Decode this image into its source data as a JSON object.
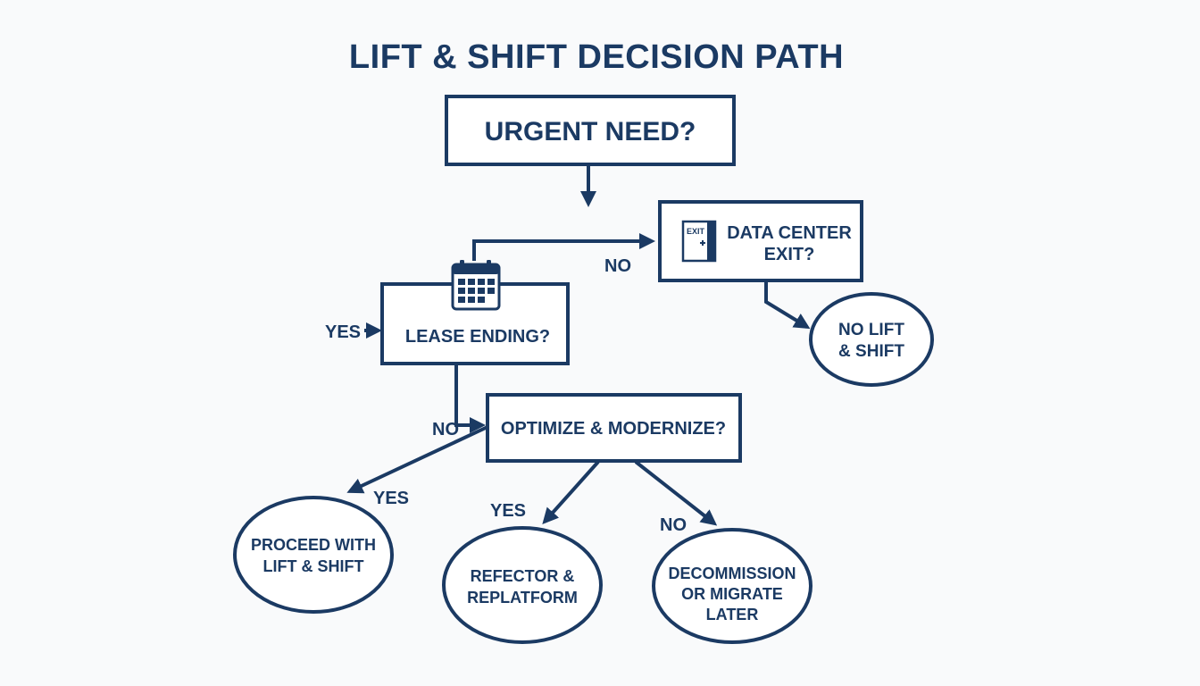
{
  "title": "LIFT & SHIFT DECISION PATH",
  "nodes": {
    "urgent_need": "URGENT NEED?",
    "data_center_exit": [
      "DATA CENTER",
      "EXIT?"
    ],
    "exit_sign_text": "EXIT",
    "lease_ending": "LEASE ENDING?",
    "no_lift_shift": [
      "NO LIFT",
      "& SHIFT"
    ],
    "optimize_modernize": "OPTIMIZE & MODERNIZE?",
    "proceed": [
      "PROCEED WITH",
      "LIFT & SHIFT"
    ],
    "refactor": [
      "REFECTOR &",
      "REPLATFORM"
    ],
    "decommission": [
      "DECOMMISSION",
      "OR MIGRATE",
      "LATER"
    ]
  },
  "edge_labels": {
    "urgent_no": "NO",
    "lease_yes": "YES",
    "lease_no": "NO",
    "proceed_yes": "YES",
    "optimize_yes": "YES",
    "optimize_no": "NO"
  },
  "icons": [
    "calendar-icon",
    "exit-door-icon"
  ],
  "colors": {
    "ink": "#1b3a63",
    "background": "#f9fafb",
    "node_fill": "#ffffff"
  }
}
